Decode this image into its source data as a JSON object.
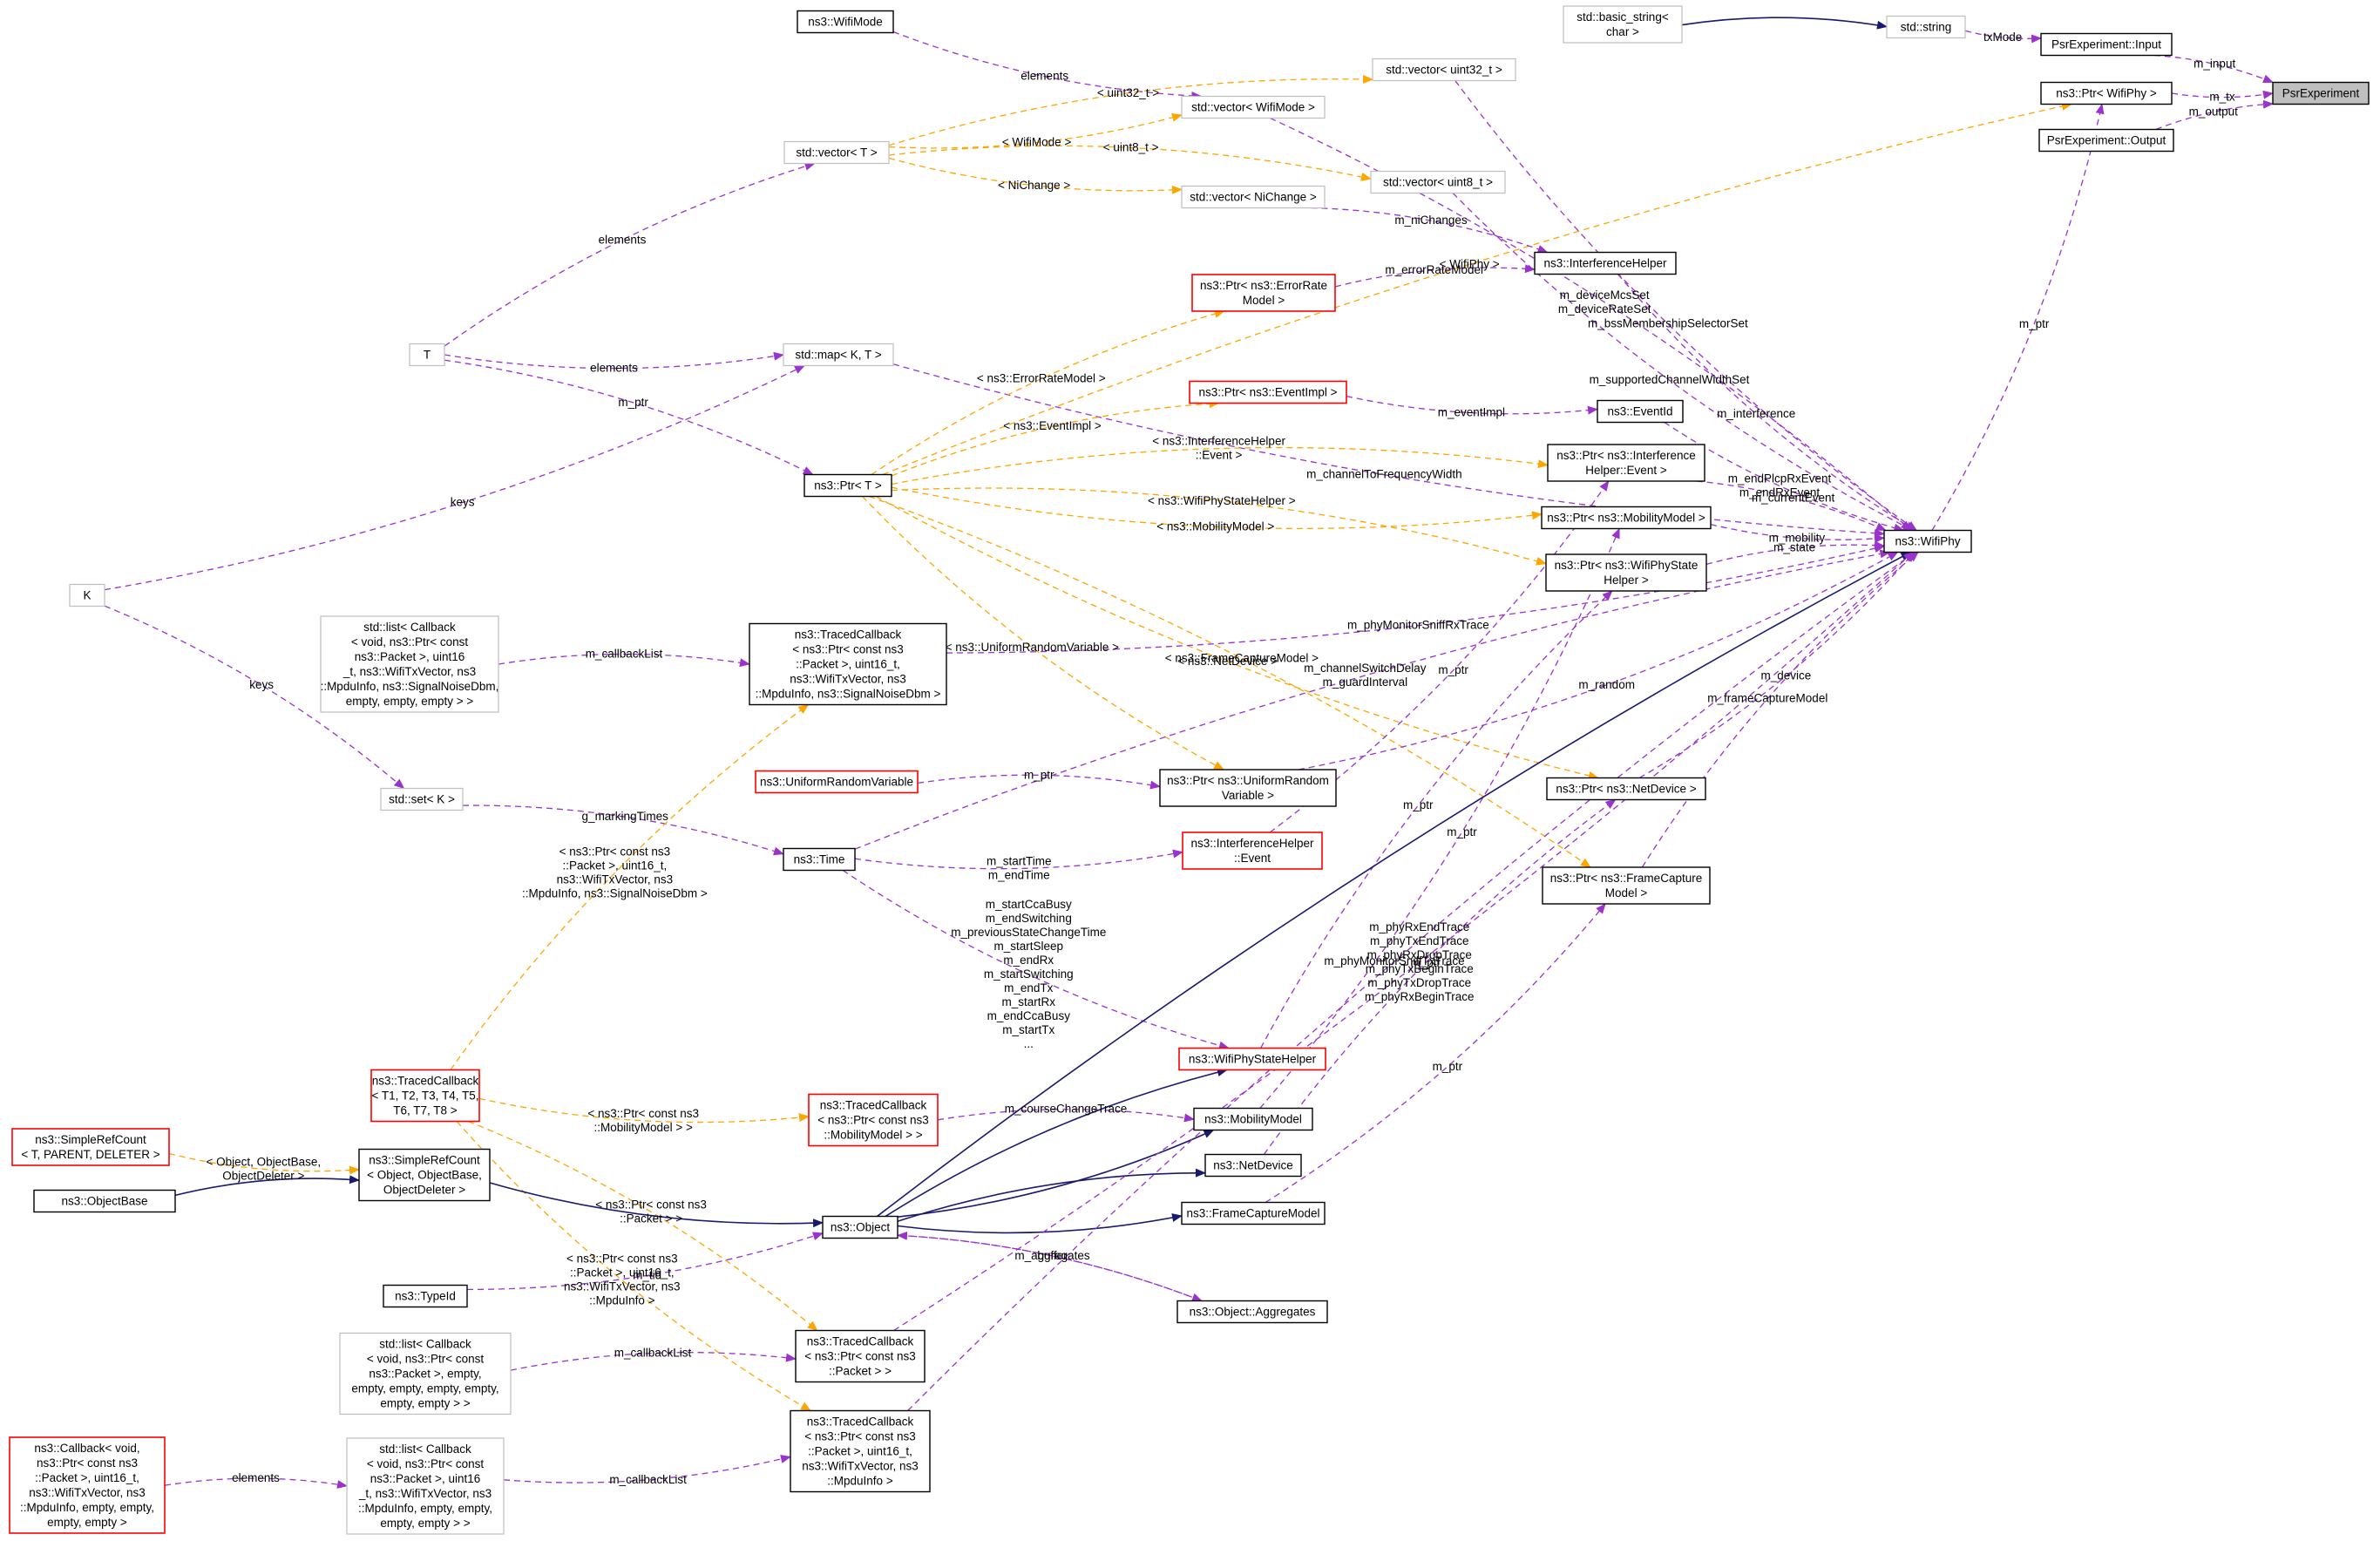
{
  "colors": {
    "composition": "#9a32cd",
    "template": "#ffa500",
    "inheritance": "#191970",
    "box_black": "#000000",
    "box_gray": "#bfbfbf",
    "box_red": "#ff0000",
    "focus_fill": "#bfbfbf"
  },
  "nodes": [
    {
      "id": "psr",
      "style": "focus",
      "lines": [
        "PsrExperiment"
      ]
    },
    {
      "id": "input",
      "style": "black",
      "lines": [
        "PsrExperiment::Input"
      ]
    },
    {
      "id": "output",
      "style": "black",
      "lines": [
        "PsrExperiment::Output"
      ]
    },
    {
      "id": "ptrwifiphy",
      "style": "black",
      "lines": [
        "ns3::Ptr< WifiPhy >"
      ]
    },
    {
      "id": "stdstring",
      "style": "gray",
      "lines": [
        "std::string"
      ]
    },
    {
      "id": "basicstring",
      "style": "gray",
      "lines": [
        "std::basic_string<",
        "char >"
      ]
    },
    {
      "id": "wifimode",
      "style": "black",
      "lines": [
        "ns3::WifiMode"
      ]
    },
    {
      "id": "vecuint32",
      "style": "gray",
      "lines": [
        "std::vector< uint32_t >"
      ]
    },
    {
      "id": "vecwifimode",
      "style": "gray",
      "lines": [
        "std::vector< WifiMode >"
      ]
    },
    {
      "id": "vecT",
      "style": "gray",
      "lines": [
        "std::vector< T >"
      ]
    },
    {
      "id": "vecuint8",
      "style": "gray",
      "lines": [
        "std::vector< uint8_t >"
      ]
    },
    {
      "id": "vecnichange",
      "style": "gray",
      "lines": [
        "std::vector< NiChange >"
      ]
    },
    {
      "id": "interfhelper",
      "style": "black",
      "lines": [
        "ns3::InterferenceHelper"
      ]
    },
    {
      "id": "ptrerrmodel",
      "style": "red",
      "lines": [
        "ns3::Ptr< ns3::ErrorRate",
        "Model >"
      ]
    },
    {
      "id": "T",
      "style": "gray",
      "lines": [
        "T"
      ]
    },
    {
      "id": "mapKT",
      "style": "gray",
      "lines": [
        "std::map< K, T >"
      ]
    },
    {
      "id": "ptreventimpl",
      "style": "red",
      "lines": [
        "ns3::Ptr< ns3::EventImpl >"
      ]
    },
    {
      "id": "eventid",
      "style": "black",
      "lines": [
        "ns3::EventId"
      ]
    },
    {
      "id": "ptrT",
      "style": "black",
      "lines": [
        "ns3::Ptr< T >"
      ]
    },
    {
      "id": "ptrinterfevent",
      "style": "black",
      "lines": [
        "ns3::Ptr< ns3::Interference",
        "Helper::Event >"
      ]
    },
    {
      "id": "ptrmobility",
      "style": "black",
      "lines": [
        "ns3::Ptr< ns3::MobilityModel >"
      ]
    },
    {
      "id": "ptrstatehelper",
      "style": "black",
      "lines": [
        "ns3::Ptr< ns3::WifiPhyState",
        "Helper >"
      ]
    },
    {
      "id": "wifiphy",
      "style": "black",
      "lines": [
        "ns3::WifiPhy"
      ]
    },
    {
      "id": "K",
      "style": "gray",
      "lines": [
        "K"
      ]
    },
    {
      "id": "listcb1",
      "style": "gray",
      "lines": [
        "std::list< Callback",
        "< void, ns3::Ptr< const",
        "ns3::Packet >, uint16",
        "_t, ns3::WifiTxVector, ns3",
        "::MpduInfo, ns3::SignalNoiseDbm,",
        "empty, empty, empty > >"
      ]
    },
    {
      "id": "tcsignal",
      "style": "black",
      "lines": [
        "ns3::TracedCallback",
        "< ns3::Ptr< const ns3",
        "::Packet >, uint16_t,",
        "ns3::WifiTxVector, ns3",
        "::MpduInfo, ns3::SignalNoiseDbm >"
      ]
    },
    {
      "id": "uniformrv",
      "style": "red",
      "lines": [
        "ns3::UniformRandomVariable"
      ]
    },
    {
      "id": "ptruniform",
      "style": "black",
      "lines": [
        "ns3::Ptr< ns3::UniformRandom",
        "Variable >"
      ]
    },
    {
      "id": "ptrnetdevice",
      "style": "black",
      "lines": [
        "ns3::Ptr< ns3::NetDevice >"
      ]
    },
    {
      "id": "setK",
      "style": "gray",
      "lines": [
        "std::set< K >"
      ]
    },
    {
      "id": "time",
      "style": "black",
      "lines": [
        "ns3::Time"
      ]
    },
    {
      "id": "interfevent",
      "style": "red",
      "lines": [
        "ns3::InterferenceHelper",
        "::Event"
      ]
    },
    {
      "id": "ptrframecap",
      "style": "black",
      "lines": [
        "ns3::Ptr< ns3::FrameCapture",
        "Model >"
      ]
    },
    {
      "id": "tcgeneric",
      "style": "red",
      "lines": [
        "ns3::TracedCallback",
        "< T1, T2, T3, T4, T5,",
        "T6, T7, T8 >"
      ]
    },
    {
      "id": "statehelper",
      "style": "red",
      "lines": [
        "ns3::WifiPhyStateHelper"
      ]
    },
    {
      "id": "tcmobility",
      "style": "red",
      "lines": [
        "ns3::TracedCallback",
        "< ns3::Ptr< const ns3",
        "::MobilityModel > >"
      ]
    },
    {
      "id": "mobility",
      "style": "black",
      "lines": [
        "ns3::MobilityModel"
      ]
    },
    {
      "id": "simplerefcount",
      "style": "red",
      "lines": [
        "ns3::SimpleRefCount",
        "< T, PARENT, DELETER >"
      ]
    },
    {
      "id": "simplerefobj",
      "style": "black",
      "lines": [
        "ns3::SimpleRefCount",
        "< Object, ObjectBase,",
        "ObjectDeleter >"
      ]
    },
    {
      "id": "netdevice",
      "style": "black",
      "lines": [
        "ns3::NetDevice"
      ]
    },
    {
      "id": "objectbase",
      "style": "black",
      "lines": [
        "ns3::ObjectBase"
      ]
    },
    {
      "id": "framecap",
      "style": "black",
      "lines": [
        "ns3::FrameCaptureModel"
      ]
    },
    {
      "id": "object",
      "style": "black",
      "lines": [
        "ns3::Object"
      ]
    },
    {
      "id": "typeid",
      "style": "black",
      "lines": [
        "ns3::TypeId"
      ]
    },
    {
      "id": "aggregates",
      "style": "black",
      "lines": [
        "ns3::Object::Aggregates"
      ]
    },
    {
      "id": "listcb2",
      "style": "gray",
      "lines": [
        "std::list< Callback",
        "< void, ns3::Ptr< const",
        "ns3::Packet >, empty,",
        "empty, empty, empty, empty,",
        "empty, empty > >"
      ]
    },
    {
      "id": "tcpacket",
      "style": "black",
      "lines": [
        "ns3::TracedCallback",
        "< ns3::Ptr< const ns3",
        "::Packet > >"
      ]
    },
    {
      "id": "callbackmpdu",
      "style": "red",
      "lines": [
        "ns3::Callback< void,",
        "ns3::Ptr< const ns3",
        "::Packet >, uint16_t,",
        "ns3::WifiTxVector, ns3",
        "::MpduInfo, empty, empty,",
        "empty, empty >"
      ]
    },
    {
      "id": "listcb3",
      "style": "gray",
      "lines": [
        "std::list< Callback",
        "< void, ns3::Ptr< const",
        "ns3::Packet >, uint16",
        "_t, ns3::WifiTxVector, ns3",
        "::MpduInfo, empty, empty,",
        "empty, empty > >"
      ]
    },
    {
      "id": "tcmpdu",
      "style": "black",
      "lines": [
        "ns3::TracedCallback",
        "< ns3::Ptr< const ns3",
        "::Packet >, uint16_t,",
        "ns3::WifiTxVector, ns3",
        "::MpduInfo >"
      ]
    }
  ],
  "edges": [
    {
      "from": "input",
      "to": "psr",
      "kind": "composition",
      "label": [
        "m_input"
      ]
    },
    {
      "from": "ptrwifiphy",
      "to": "psr",
      "kind": "composition",
      "label": [
        "m_tx"
      ]
    },
    {
      "from": "output",
      "to": "psr",
      "kind": "composition",
      "label": [
        "m_output"
      ]
    },
    {
      "from": "stdstring",
      "to": "input",
      "kind": "composition",
      "label": [
        "txMode"
      ]
    },
    {
      "from": "basicstring",
      "to": "stdstring",
      "kind": "inheritance",
      "label": []
    },
    {
      "from": "wifiphy",
      "to": "ptrwifiphy",
      "kind": "composition",
      "label": [
        "m_ptr"
      ]
    },
    {
      "from": "ptrT",
      "to": "ptrwifiphy",
      "kind": "template",
      "label": [
        "< WifiPhy >"
      ]
    },
    {
      "from": "wifimode",
      "to": "vecwifimode",
      "kind": "composition",
      "label": [
        "elements"
      ]
    },
    {
      "from": "vecT",
      "to": "vecuint32",
      "kind": "template",
      "label": [
        "< uint32_t >"
      ]
    },
    {
      "from": "vecT",
      "to": "vecwifimode",
      "kind": "template",
      "label": [
        "< WifiMode >"
      ]
    },
    {
      "from": "vecT",
      "to": "vecuint8",
      "kind": "template",
      "label": [
        "< uint8_t >"
      ]
    },
    {
      "from": "vecT",
      "to": "vecnichange",
      "kind": "template",
      "label": [
        "< NiChange >"
      ]
    },
    {
      "from": "T",
      "to": "vecT",
      "kind": "composition",
      "label": [
        "elements"
      ]
    },
    {
      "from": "T",
      "to": "mapKT",
      "kind": "composition",
      "label": [
        "elements"
      ]
    },
    {
      "from": "T",
      "to": "ptrT",
      "kind": "composition",
      "label": [
        "m_ptr"
      ]
    },
    {
      "from": "K",
      "to": "mapKT",
      "kind": "composition",
      "label": [
        "keys"
      ]
    },
    {
      "from": "K",
      "to": "setK",
      "kind": "composition",
      "label": [
        "keys"
      ]
    },
    {
      "from": "vecuint32",
      "to": "wifiphy",
      "kind": "composition",
      "label": [
        "m_bssMembershipSelectorSet"
      ]
    },
    {
      "from": "vecwifimode",
      "to": "wifiphy",
      "kind": "composition",
      "label": [
        "m_deviceMcsSet",
        "m_deviceRateSet"
      ]
    },
    {
      "from": "vecuint8",
      "to": "wifiphy",
      "kind": "composition",
      "label": [
        "m_supportedChannelWidthSet"
      ]
    },
    {
      "from": "vecnichange",
      "to": "interfhelper",
      "kind": "composition",
      "label": [
        "m_niChanges"
      ]
    },
    {
      "from": "mapKT",
      "to": "wifiphy",
      "kind": "composition",
      "label": [
        "m_channelToFrequencyWidth"
      ]
    },
    {
      "from": "ptrerrmodel",
      "to": "interfhelper",
      "kind": "composition",
      "label": [
        "m_errorRateModel"
      ]
    },
    {
      "from": "interfhelper",
      "to": "wifiphy",
      "kind": "composition",
      "label": [
        "m_interference"
      ]
    },
    {
      "from": "ptrT",
      "to": "ptrerrmodel",
      "kind": "template",
      "label": [
        "< ns3::ErrorRateModel >"
      ]
    },
    {
      "from": "ptreventimpl",
      "to": "eventid",
      "kind": "composition",
      "label": [
        "m_eventImpl"
      ]
    },
    {
      "from": "ptrT",
      "to": "ptreventimpl",
      "kind": "template",
      "label": [
        "< ns3::EventImpl >"
      ]
    },
    {
      "from": "eventid",
      "to": "wifiphy",
      "kind": "composition",
      "label": [
        "m_endPlcpRxEvent",
        "m_endRxEvent"
      ]
    },
    {
      "from": "ptrT",
      "to": "ptrinterfevent",
      "kind": "template",
      "label": [
        "< ns3::InterferenceHelper",
        "::Event >"
      ]
    },
    {
      "from": "ptrT",
      "to": "ptrmobility",
      "kind": "template",
      "label": [
        "< ns3::MobilityModel >"
      ]
    },
    {
      "from": "ptrT",
      "to": "ptrstatehelper",
      "kind": "template",
      "label": [
        "< ns3::WifiPhyStateHelper >"
      ]
    },
    {
      "from": "ptrT",
      "to": "ptrnetdevice",
      "kind": "template",
      "label": [
        "< ns3::NetDevice >"
      ]
    },
    {
      "from": "ptrT",
      "to": "ptrframecap",
      "kind": "template",
      "label": [
        "< ns3::FrameCaptureModel >"
      ]
    },
    {
      "from": "ptrT",
      "to": "ptruniform",
      "kind": "template",
      "label": [
        "< ns3::UniformRandomVariable >"
      ]
    },
    {
      "from": "ptrinterfevent",
      "to": "wifiphy",
      "kind": "composition",
      "label": [
        "m_currentEvent"
      ]
    },
    {
      "from": "ptrmobility",
      "to": "wifiphy",
      "kind": "composition",
      "label": [
        "m_mobility"
      ]
    },
    {
      "from": "ptrstatehelper",
      "to": "wifiphy",
      "kind": "composition",
      "label": [
        "m_state"
      ]
    },
    {
      "from": "tcsignal",
      "to": "wifiphy",
      "kind": "composition",
      "label": [
        "m_phyMonitorSniffRxTrace"
      ]
    },
    {
      "from": "listcb1",
      "to": "tcsignal",
      "kind": "composition",
      "label": [
        "m_callbackList"
      ]
    },
    {
      "from": "ptruniform",
      "to": "wifiphy",
      "kind": "composition",
      "label": [
        "m_random"
      ]
    },
    {
      "from": "uniformrv",
      "to": "ptruniform",
      "kind": "composition",
      "label": [
        "m_ptr"
      ]
    },
    {
      "from": "ptrnetdevice",
      "to": "wifiphy",
      "kind": "composition",
      "label": [
        "m_device"
      ]
    },
    {
      "from": "setK",
      "to": "time",
      "kind": "composition",
      "label": [
        "g_markingTimes"
      ]
    },
    {
      "from": "time",
      "to": "interfevent",
      "kind": "composition",
      "label": [
        "m_startTime",
        "m_endTime"
      ]
    },
    {
      "from": "time",
      "to": "wifiphy",
      "kind": "composition",
      "label": [
        "m_channelSwitchDelay",
        "m_guardInterval"
      ]
    },
    {
      "from": "interfevent",
      "to": "ptrinterfevent",
      "kind": "composition",
      "label": [
        "m_ptr"
      ]
    },
    {
      "from": "ptrframecap",
      "to": "wifiphy",
      "kind": "composition",
      "label": [
        "m_frameCaptureModel"
      ]
    },
    {
      "from": "time",
      "to": "statehelper",
      "kind": "composition",
      "label": [
        "m_startCcaBusy",
        "m_endSwitching",
        "m_previousStateChangeTime",
        "m_startSleep",
        "m_endRx",
        "m_startSwitching",
        "m_endTx",
        "m_startRx",
        "m_endCcaBusy",
        "m_startTx",
        "..."
      ]
    },
    {
      "from": "statehelper",
      "to": "ptrstatehelper",
      "kind": "composition",
      "label": [
        "m_ptr"
      ]
    },
    {
      "from": "mobility",
      "to": "ptrmobility",
      "kind": "composition",
      "label": [
        "m_ptr"
      ]
    },
    {
      "from": "netdevice",
      "to": "ptrnetdevice",
      "kind": "composition",
      "label": [
        "m_ptr"
      ]
    },
    {
      "from": "framecap",
      "to": "ptrframecap",
      "kind": "composition",
      "label": [
        "m_ptr"
      ]
    },
    {
      "from": "tcgeneric",
      "to": "tcsignal",
      "kind": "template",
      "label": [
        "< ns3::Ptr< const ns3",
        "::Packet >, uint16_t,",
        "ns3::WifiTxVector, ns3",
        "::MpduInfo, ns3::SignalNoiseDbm >"
      ]
    },
    {
      "from": "tcgeneric",
      "to": "tcmobility",
      "kind": "template",
      "label": [
        "< ns3::Ptr< const ns3",
        "::MobilityModel > >"
      ]
    },
    {
      "from": "tcgeneric",
      "to": "tcpacket",
      "kind": "template",
      "label": [
        "< ns3::Ptr< const ns3",
        "::Packet > >"
      ]
    },
    {
      "from": "tcgeneric",
      "to": "tcmpdu",
      "kind": "template",
      "label": [
        "< ns3::Ptr< const ns3",
        "::Packet >, uint16_t,",
        "ns3::WifiTxVector, ns3",
        "::MpduInfo >"
      ]
    },
    {
      "from": "tcmobility",
      "to": "mobility",
      "kind": "composition",
      "label": [
        "m_courseChangeTrace"
      ]
    },
    {
      "from": "simplerefcount",
      "to": "simplerefobj",
      "kind": "template",
      "label": [
        "< Object, ObjectBase,",
        "ObjectDeleter >"
      ]
    },
    {
      "from": "objectbase",
      "to": "simplerefobj",
      "kind": "inheritance",
      "label": []
    },
    {
      "from": "simplerefobj",
      "to": "object",
      "kind": "inheritance",
      "label": []
    },
    {
      "from": "object",
      "to": "statehelper",
      "kind": "inheritance",
      "label": []
    },
    {
      "from": "object",
      "to": "mobility",
      "kind": "inheritance",
      "label": []
    },
    {
      "from": "object",
      "to": "netdevice",
      "kind": "inheritance",
      "label": []
    },
    {
      "from": "object",
      "to": "framecap",
      "kind": "inheritance",
      "label": []
    },
    {
      "from": "object",
      "to": "wifiphy",
      "kind": "inheritance",
      "label": []
    },
    {
      "from": "typeid",
      "to": "object",
      "kind": "composition",
      "label": [
        "m_tid"
      ]
    },
    {
      "from": "object",
      "to": "aggregates",
      "kind": "composition",
      "label": [
        "buffer"
      ]
    },
    {
      "from": "aggregates",
      "to": "object",
      "kind": "composition",
      "label": [
        "m_aggregates"
      ]
    },
    {
      "from": "listcb2",
      "to": "tcpacket",
      "kind": "composition",
      "label": [
        "m_callbackList"
      ]
    },
    {
      "from": "tcpacket",
      "to": "wifiphy",
      "kind": "composition",
      "label": [
        "m_phyRxEndTrace",
        "m_phyTxEndTrace",
        "m_phyRxDropTrace",
        "m_phyTxBeginTrace",
        "m_phyTxDropTrace",
        "m_phyRxBeginTrace"
      ]
    },
    {
      "from": "callbackmpdu",
      "to": "listcb3",
      "kind": "composition",
      "label": [
        "elements"
      ]
    },
    {
      "from": "listcb3",
      "to": "tcmpdu",
      "kind": "composition",
      "label": [
        "m_callbackList"
      ]
    },
    {
      "from": "tcmpdu",
      "to": "wifiphy",
      "kind": "composition",
      "label": [
        "m_phyMonitorSniffTxTrace"
      ]
    }
  ]
}
